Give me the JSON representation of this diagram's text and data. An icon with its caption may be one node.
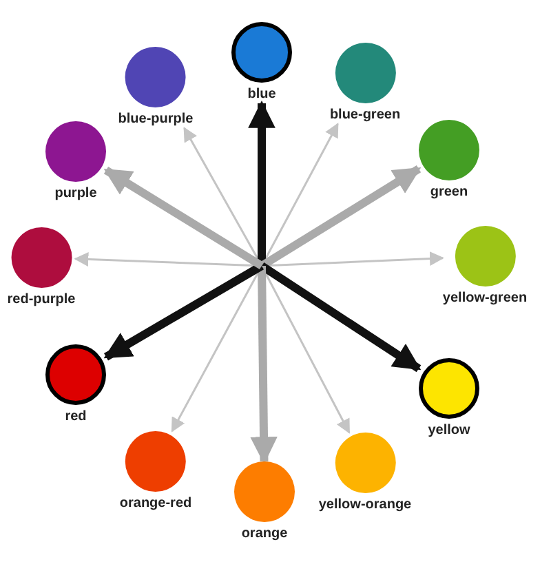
{
  "diagram": {
    "nodes": [
      {
        "text": [
          "blue"
        ]
      },
      {
        "text": [
          "blue-green"
        ]
      },
      {
        "text": [
          "green"
        ]
      },
      {
        "text": [
          "yellow-green"
        ]
      },
      {
        "text": [
          "yellow"
        ]
      },
      {
        "text": [
          "yellow-orange"
        ]
      },
      {
        "text": [
          "orange"
        ]
      },
      {
        "text": [
          "orange-red"
        ]
      },
      {
        "text": [
          "red"
        ]
      },
      {
        "text": [
          "red-purple"
        ]
      },
      {
        "text": [
          "purple"
        ]
      },
      {
        "text": [
          "blue-purple"
        ]
      }
    ],
    "edges": [
      {
        "from": null,
        "to": 0,
        "arrow": "to",
        "style": "thick",
        "color": "#111111"
      },
      {
        "from": null,
        "to": 1,
        "arrow": "to"
      },
      {
        "from": null,
        "to": 2,
        "arrow": "to",
        "style": "thick",
        "color": "#aaaaaa"
      },
      {
        "from": null,
        "to": 3,
        "arrow": "to"
      },
      {
        "from": null,
        "to": 4,
        "arrow": "to",
        "style": "thick",
        "color": "#111111"
      },
      {
        "from": null,
        "to": 5,
        "arrow": "to"
      },
      {
        "from": null,
        "to": 6,
        "arrow": "to",
        "style": "thick",
        "color": "#aaaaaa"
      },
      {
        "from": null,
        "to": 7,
        "arrow": "to"
      },
      {
        "from": null,
        "to": 8,
        "arrow": "to",
        "style": "thick",
        "color": "#111111"
      },
      {
        "from": null,
        "to": 9,
        "arrow": "to"
      },
      {
        "from": null,
        "to": 10,
        "arrow": "to",
        "style": "thick",
        "color": "#aaaaaa"
      },
      {
        "from": null,
        "to": 11,
        "arrow": "to"
      }
    ]
  }
}
